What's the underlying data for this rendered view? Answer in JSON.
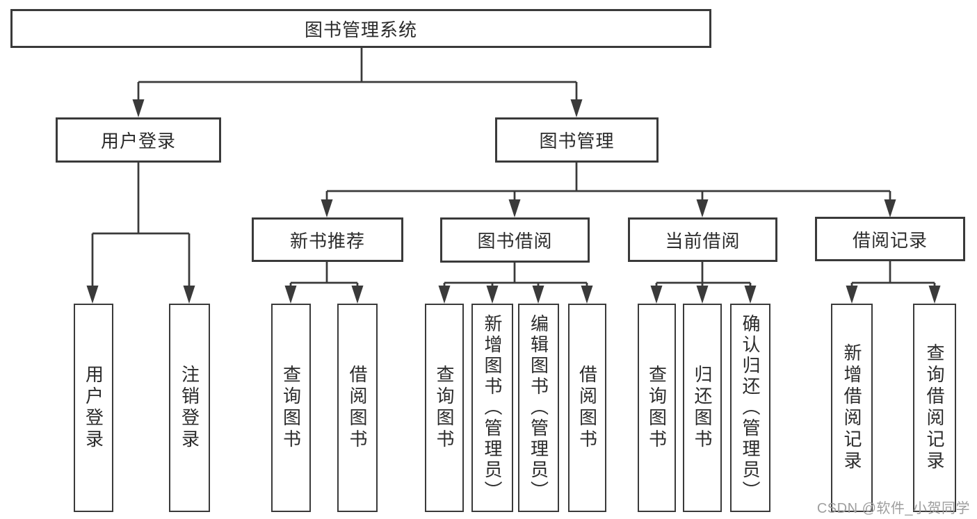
{
  "diagram": {
    "root_label": "图书管理系统",
    "level2": {
      "left": "用户登录",
      "right": "图书管理"
    },
    "level3": [
      "新书推荐",
      "图书借阅",
      "当前借阅",
      "借阅记录"
    ],
    "leaves": {
      "user_login_group": [
        "用户登录",
        "注销登录"
      ],
      "new_rec_group": [
        "查询图书",
        "借阅图书"
      ],
      "book_borrow_group": [
        "查询图书",
        "新增图书（管理员）",
        "编辑图书（管理员）",
        "借阅图书"
      ],
      "current_borrow_group": [
        "查询图书",
        "归还图书",
        "确认归还（管理员）"
      ],
      "borrow_record_group": [
        "新增借阅记录",
        "查询借阅记录"
      ]
    }
  },
  "watermark": "CSDN @软件_小贺同学",
  "colors": {
    "line": "#3a3a3a",
    "text": "#2b2b2b",
    "watermark": "#9e9e9e",
    "background": "#ffffff"
  }
}
